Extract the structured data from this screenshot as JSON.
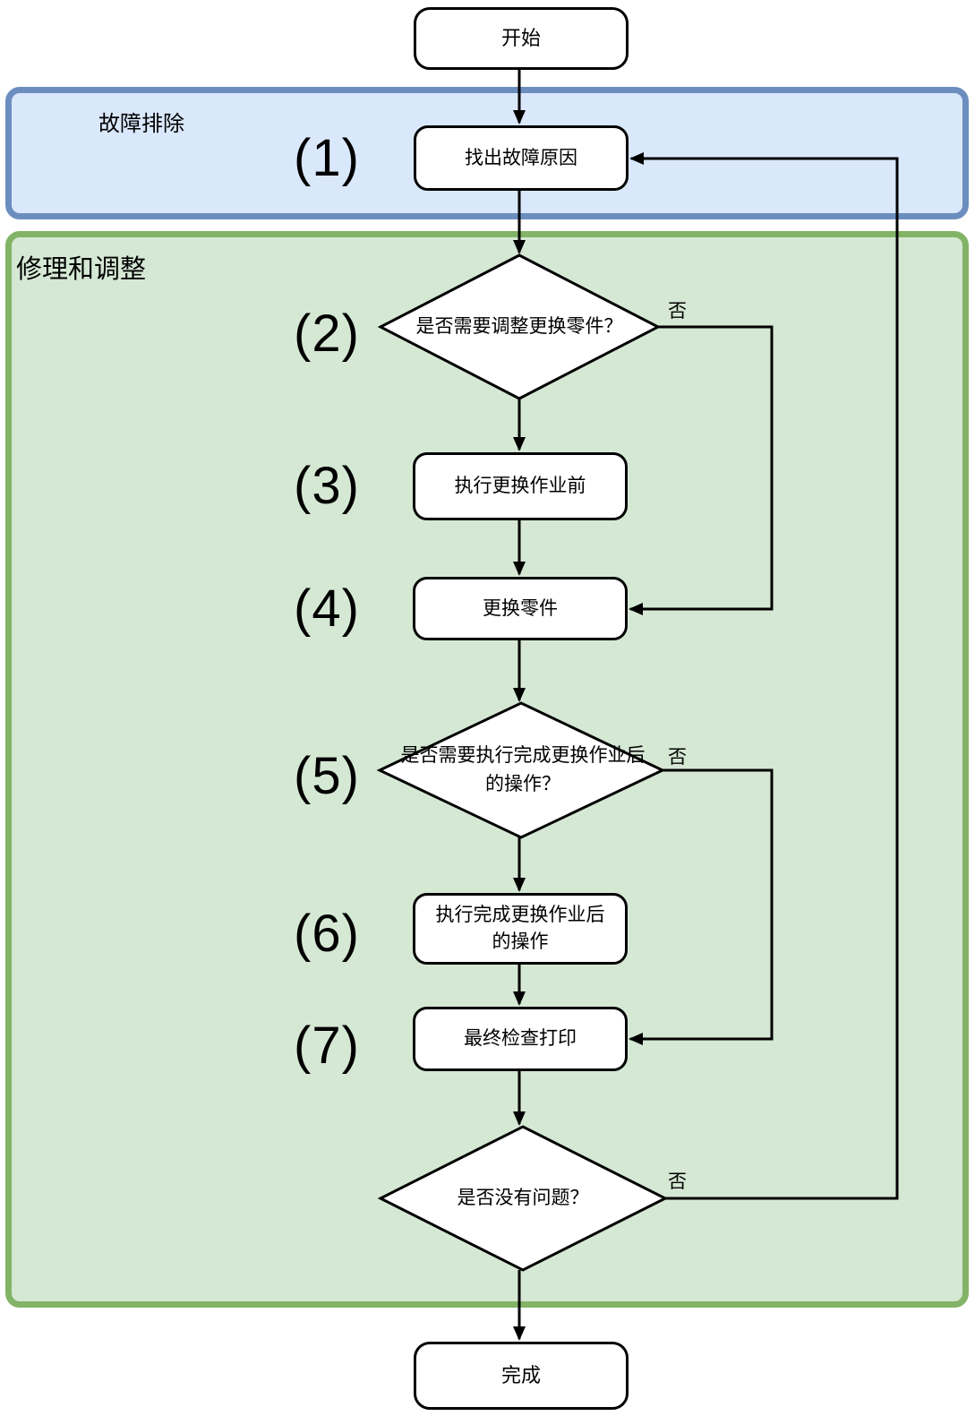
{
  "sections": {
    "troubleshooting": {
      "label": "故障排除",
      "fill_color": "#dae8fc",
      "border_color": "#6c8ebf"
    },
    "repair_adjust": {
      "label": "修理和调整",
      "fill_color": "#d5e8d4",
      "border_color": "#82b366"
    }
  },
  "nodes": {
    "start": {
      "type": "terminal",
      "label": "开始"
    },
    "find_cause": {
      "type": "process",
      "number": "(1)",
      "label": "找出故障原因"
    },
    "need_adjust_replace": {
      "type": "decision",
      "number": "(2)",
      "label": "是否需要调整更换零件？"
    },
    "before_replace_work": {
      "type": "process",
      "number": "(3)",
      "label": "执行更换作业前"
    },
    "replace_parts": {
      "type": "process",
      "number": "(4)",
      "label": "更换零件"
    },
    "need_post_replace_ops": {
      "type": "decision",
      "number": "(5)",
      "label": "是否需要执行完成更换作业后\n的操作？"
    },
    "post_replace_ops": {
      "type": "process",
      "number": "(6)",
      "label": "执行完成更换作业后\n的操作"
    },
    "final_check_print": {
      "type": "process",
      "number": "(7)",
      "label": "最终检查打印"
    },
    "no_problem_check": {
      "type": "decision",
      "label": "是否没有问题？"
    },
    "end": {
      "type": "terminal",
      "label": "完成"
    }
  },
  "edges": [
    {
      "from": "start",
      "to": "find_cause",
      "label": ""
    },
    {
      "from": "find_cause",
      "to": "need_adjust_replace",
      "label": ""
    },
    {
      "from": "need_adjust_replace",
      "to": "before_replace_work",
      "label": ""
    },
    {
      "from": "need_adjust_replace",
      "to": "replace_parts",
      "label": "否"
    },
    {
      "from": "before_replace_work",
      "to": "replace_parts",
      "label": ""
    },
    {
      "from": "replace_parts",
      "to": "need_post_replace_ops",
      "label": ""
    },
    {
      "from": "need_post_replace_ops",
      "to": "post_replace_ops",
      "label": ""
    },
    {
      "from": "need_post_replace_ops",
      "to": "final_check_print",
      "label": "否"
    },
    {
      "from": "post_replace_ops",
      "to": "final_check_print",
      "label": ""
    },
    {
      "from": "final_check_print",
      "to": "no_problem_check",
      "label": ""
    },
    {
      "from": "no_problem_check",
      "to": "end",
      "label": ""
    },
    {
      "from": "no_problem_check",
      "to": "find_cause",
      "label": "否"
    }
  ]
}
